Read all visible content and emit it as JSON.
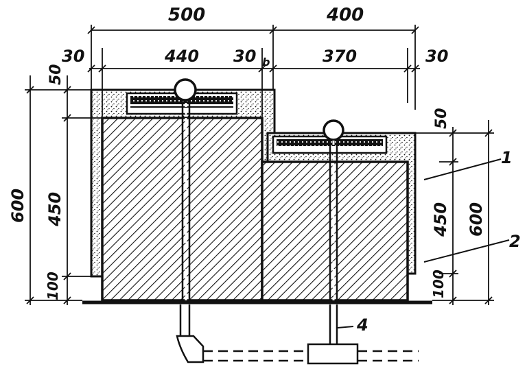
{
  "top_dimensions": {
    "left_block_width": "500",
    "right_block_width": "400",
    "left_outer_offset": "30",
    "left_inner_width": "440",
    "middle_offset": "30",
    "middle_offset_suffix": "b",
    "right_inner_width": "370",
    "right_outer_offset": "30"
  },
  "left_dimensions": {
    "top_layer": "50",
    "middle_layer": "450",
    "bottom_layer": "100",
    "total_height": "600"
  },
  "right_dimensions": {
    "top_layer": "50",
    "middle_layer": "450",
    "bottom_layer": "100",
    "total_height": "600"
  },
  "callouts": {
    "label_1": "1",
    "label_2": "2",
    "label_4": "4"
  }
}
